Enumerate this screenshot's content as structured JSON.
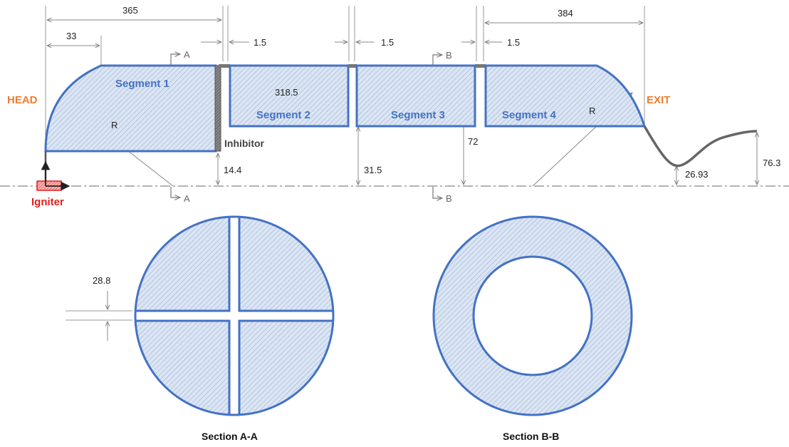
{
  "labels": {
    "head": "HEAD",
    "exit": "EXIT",
    "igniter": "Igniter",
    "inhibitor": "Inhibitor",
    "segment1": "Segment 1",
    "segment2": "Segment 2",
    "segment3": "Segment 3",
    "segment4": "Segment 4",
    "radius_left": "R",
    "radius_right": "R",
    "section_a_caption": "Section A-A",
    "section_b_caption": "Section B-B",
    "cut_a": "A",
    "cut_b": "B"
  },
  "dimensions": {
    "d365": "365",
    "d33": "33",
    "gap1": "1.5",
    "gap2": "1.5",
    "gap3": "1.5",
    "d384": "384",
    "d318_5": "318.5",
    "d14_4": "14.4",
    "d31_5": "31.5",
    "d72": "72",
    "d26_93": "26.93",
    "d76_3": "76.3",
    "d28_8": "28.8"
  },
  "colors": {
    "grain_outline": "#4472c4",
    "grain_fill": "#dbe5f3",
    "hatch": "#9db3d9",
    "head_exit_text": "#ed7d31",
    "igniter": "#e02020",
    "nozzle": "#666666",
    "dimension_line": "#888888"
  }
}
